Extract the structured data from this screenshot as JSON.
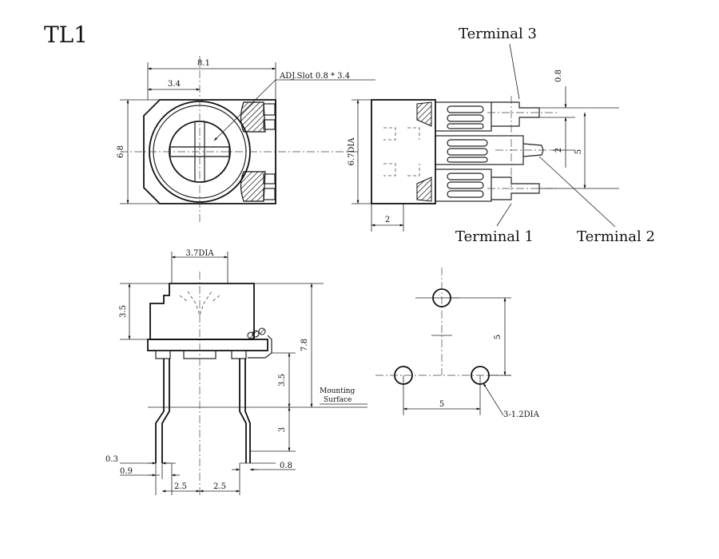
{
  "title": "TL1",
  "terminals": {
    "t1": "Terminal 1",
    "t2": "Terminal 2",
    "t3": "Terminal 3"
  },
  "dims": {
    "width": "8.1",
    "left": "3.4",
    "height": "6.8",
    "slot": "ADJ.Slot 0.8 * 3.4",
    "dia67": "6.7DIA",
    "side2": "2",
    "pin08": "0.8",
    "pin2": "2",
    "pin5": "5",
    "dia37": "3.7DIA",
    "h35": "3.5",
    "h78": "7.8",
    "leg35": "3.5",
    "leg3": "3",
    "mount1": "Mounting",
    "mount2": "Surface",
    "p03": "0.3",
    "p09": "0.9",
    "p25a": "2.5",
    "p25b": "2.5",
    "p08b": "0.8",
    "fp5v": "5",
    "fp5h": "5",
    "holes": "3-1.2DIA"
  }
}
